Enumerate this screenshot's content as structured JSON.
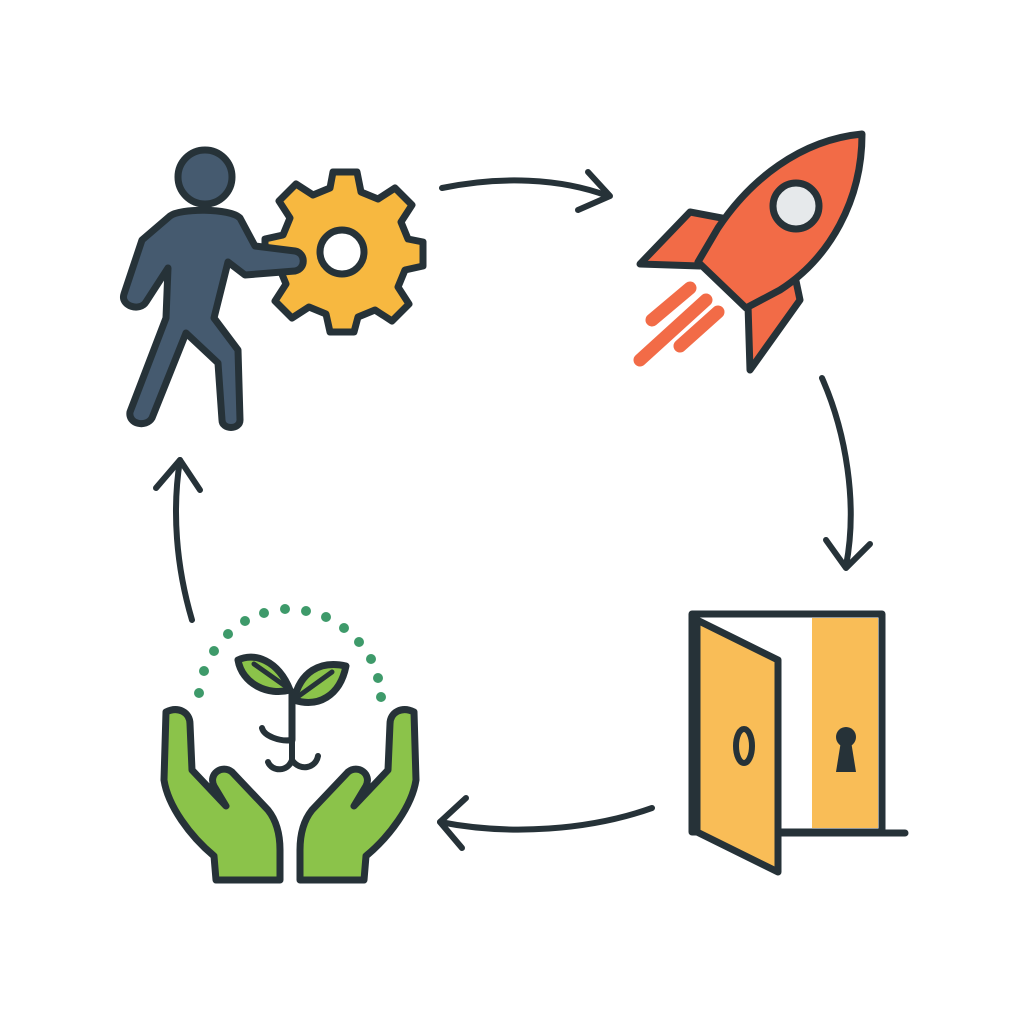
{
  "diagram": {
    "type": "cycle",
    "nodes": [
      {
        "id": "person-with-gear",
        "icon": "person-gear-icon"
      },
      {
        "id": "rocket",
        "icon": "rocket-icon"
      },
      {
        "id": "open-door",
        "icon": "open-door-icon"
      },
      {
        "id": "hands-with-sprout",
        "icon": "hands-sprout-icon"
      }
    ],
    "edges": [
      {
        "from": "person-with-gear",
        "to": "rocket"
      },
      {
        "from": "rocket",
        "to": "open-door"
      },
      {
        "from": "open-door",
        "to": "hands-with-sprout"
      },
      {
        "from": "hands-with-sprout",
        "to": "person-with-gear"
      }
    ]
  },
  "colors": {
    "outline": "#263238",
    "person": "#455A6F",
    "gear": "#F7B840",
    "rocket": "#F26B47",
    "rocket_window": "#E6E9EB",
    "door": "#F9BD57",
    "hands": "#8BC34A",
    "leaf": "#8BC34A",
    "dots": "#3E9A6A",
    "background": "#FFFFFF"
  }
}
